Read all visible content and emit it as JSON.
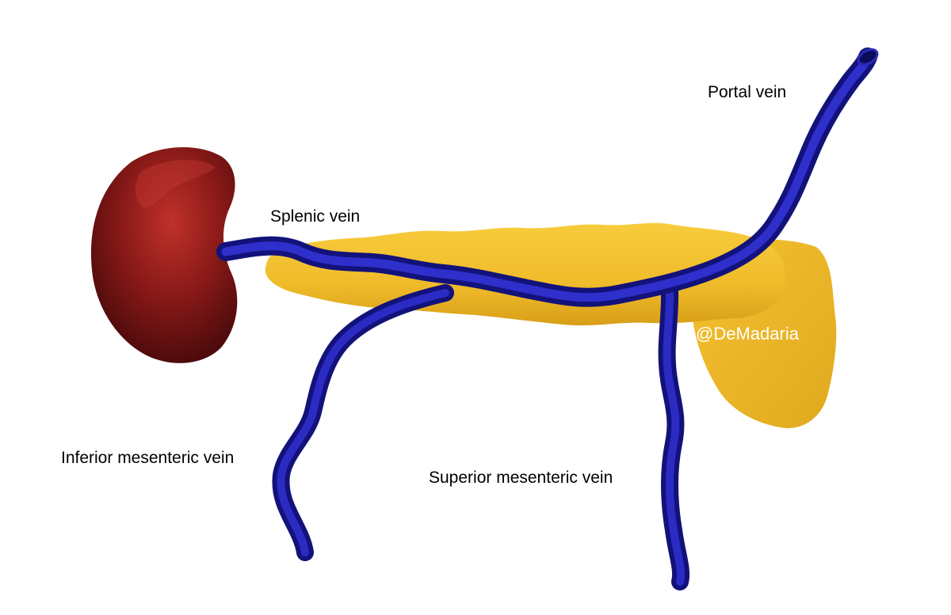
{
  "labels": {
    "portal_vein": "Portal vein",
    "splenic_vein": "Splenic vein",
    "inferior_mesenteric_vein": "Inferior mesenteric vein",
    "superior_mesenteric_vein": "Superior mesenteric vein"
  },
  "watermark": "@DeMadaria",
  "colors": {
    "background": "#ffffff",
    "vein": "#1a1aa0",
    "vein_highlight": "#3a3ad8",
    "pancreas": "#f2bf2e",
    "pancreas_shadow": "#d9a21c",
    "spleen": "#7a1414",
    "spleen_highlight": "#b82a22",
    "label_text": "#000000",
    "watermark_text": "#ffffff"
  }
}
